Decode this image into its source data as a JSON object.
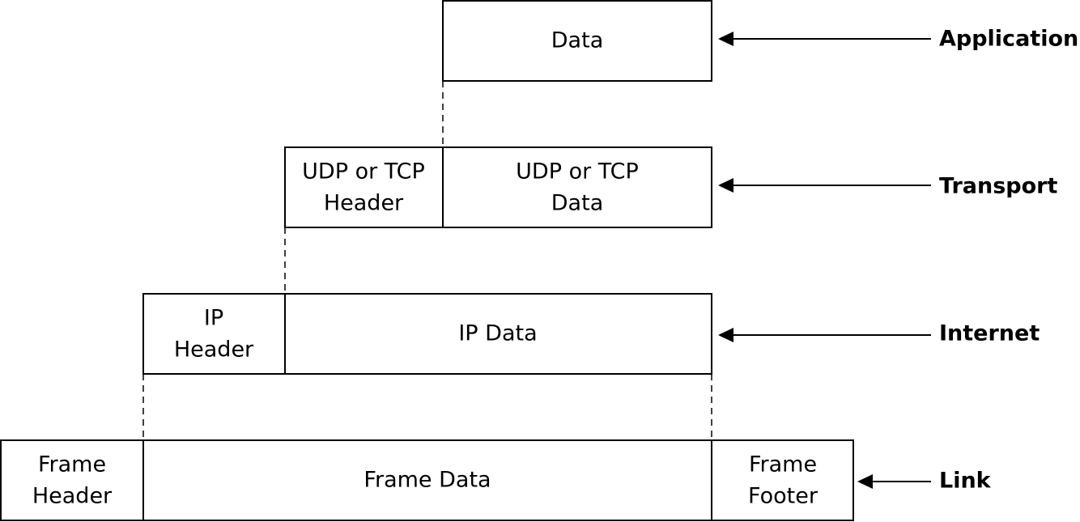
{
  "layers": {
    "application": "Application",
    "transport": "Transport",
    "internet": "Internet",
    "link": "Link"
  },
  "application": {
    "data": "Data"
  },
  "transport": {
    "header_line1": "UDP or TCP",
    "header_line2": "Header",
    "data_line1": "UDP or TCP",
    "data_line2": "Data"
  },
  "internet": {
    "header_line1": "IP",
    "header_line2": "Header",
    "data": "IP Data"
  },
  "link": {
    "header_line1": "Frame",
    "header_line2": "Header",
    "data": "Frame Data",
    "footer_line1": "Frame",
    "footer_line2": "Footer"
  }
}
